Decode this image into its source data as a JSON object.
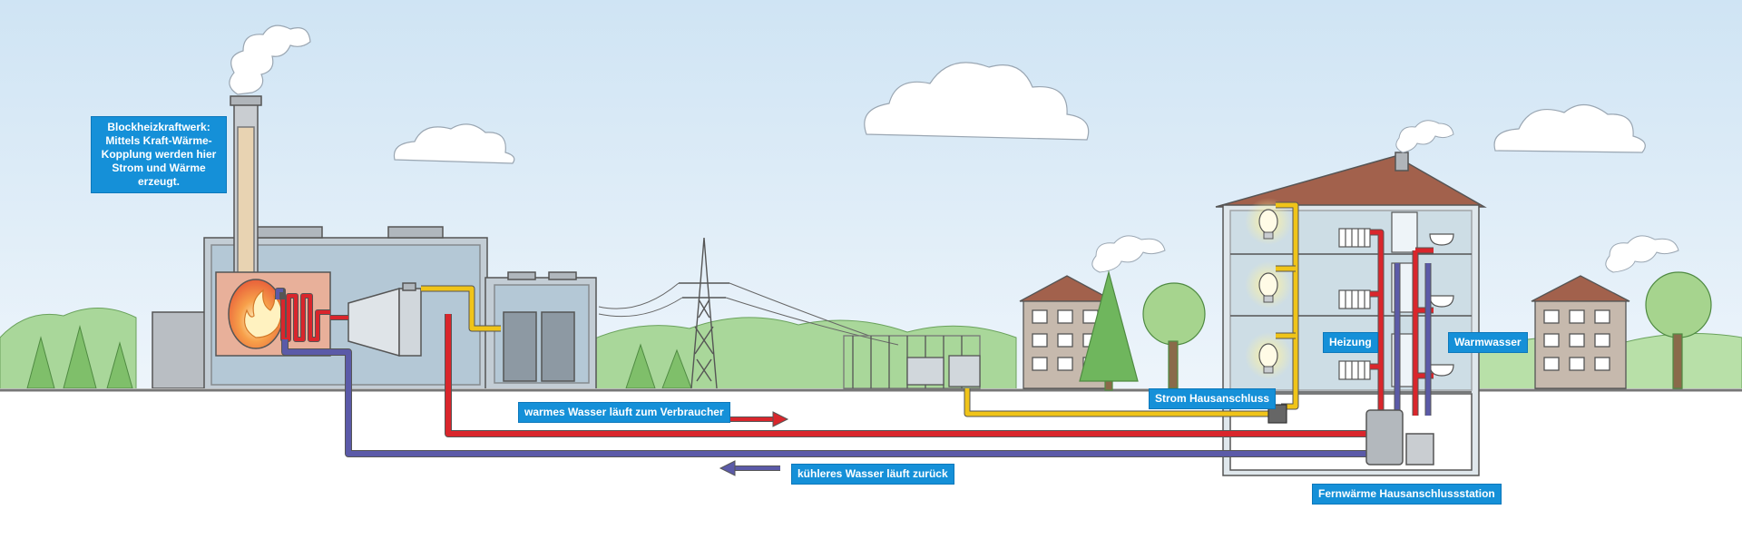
{
  "labels": {
    "bhkw": {
      "line1": "Blockheizkraftwerk:",
      "line2": "Mittels Kraft-Wärme-",
      "line3": "Kopplung werden hier",
      "line4": "Strom und Wärme erzeugt."
    },
    "warm_water": "warmes Wasser läuft zum Verbraucher",
    "cool_water": "kühleres Wasser läuft zurück",
    "power_connection": "Strom Hausanschluss",
    "heating": "Heizung",
    "hot_water": "Warmwasser",
    "heat_station": "Fernwärme Hausanschlussstation"
  },
  "colors": {
    "label_bg": "#1590d8",
    "supply_pipe": "#d9262c",
    "return_pipe": "#5b5aa8",
    "power_line": "#f0c419",
    "sky": "#dcebf7",
    "hills": "#a9d79a",
    "ground": "#8a8a8a"
  },
  "icons": [
    "smoke-cloud-icon",
    "flame-icon",
    "lightbulb-icon",
    "radiator-icon",
    "shower-icon",
    "sink-icon",
    "pylon-icon",
    "tree-icon",
    "arrow-right-icon",
    "arrow-left-icon"
  ]
}
